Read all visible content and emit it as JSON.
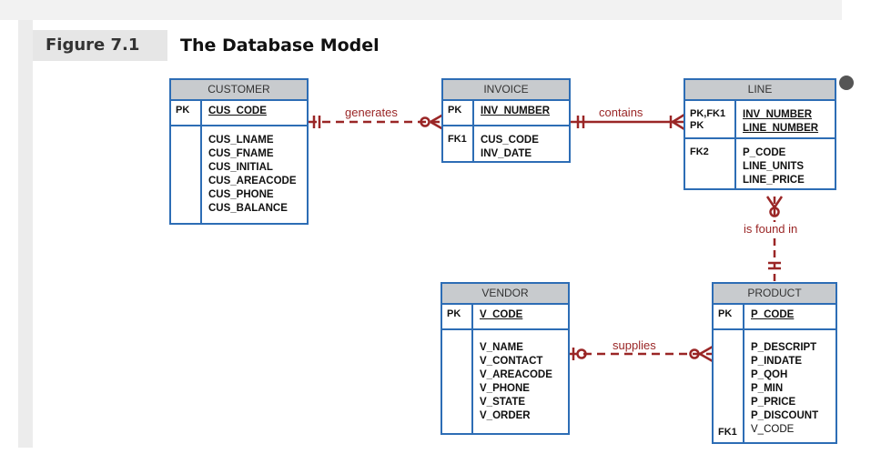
{
  "figure": {
    "label": "Figure 7.1",
    "title": "The Database Model"
  },
  "colors": {
    "entity_border": "#2d6db5",
    "header_bg": "#c8cbce",
    "relationship": "#9a2626"
  },
  "entities": {
    "customer": {
      "name": "CUSTOMER",
      "pk_key": "PK",
      "pk_fields": [
        "CUS_CODE"
      ],
      "attr_keys": [],
      "attributes": [
        "CUS_LNAME",
        "CUS_FNAME",
        "CUS_INITIAL",
        "CUS_AREACODE",
        "CUS_PHONE",
        "CUS_BALANCE"
      ]
    },
    "invoice": {
      "name": "INVOICE",
      "pk_key": "PK",
      "pk_fields": [
        "INV_NUMBER"
      ],
      "attr_keys": [
        "FK1"
      ],
      "attributes": [
        "CUS_CODE",
        "INV_DATE"
      ]
    },
    "line": {
      "name": "LINE",
      "pk_keys": [
        "PK,FK1",
        "PK"
      ],
      "pk_fields": [
        "INV_NUMBER",
        "LINE_NUMBER"
      ],
      "attr_keys": [
        "FK2"
      ],
      "attributes": [
        "P_CODE",
        "LINE_UNITS",
        "LINE_PRICE"
      ]
    },
    "vendor": {
      "name": "VENDOR",
      "pk_key": "PK",
      "pk_fields": [
        "V_CODE"
      ],
      "attr_keys": [],
      "attributes": [
        "V_NAME",
        "V_CONTACT",
        "V_AREACODE",
        "V_PHONE",
        "V_STATE",
        "V_ORDER"
      ]
    },
    "product": {
      "name": "PRODUCT",
      "pk_key": "PK",
      "pk_fields": [
        "P_CODE"
      ],
      "attr_keys": [
        "FK1"
      ],
      "attributes": [
        "P_DESCRIPT",
        "P_INDATE",
        "P_QOH",
        "P_MIN",
        "P_PRICE",
        "P_DISCOUNT",
        "V_CODE"
      ]
    }
  },
  "relationships": {
    "generates": "generates",
    "contains": "contains",
    "is_found_in": "is found in",
    "supplies": "supplies"
  }
}
